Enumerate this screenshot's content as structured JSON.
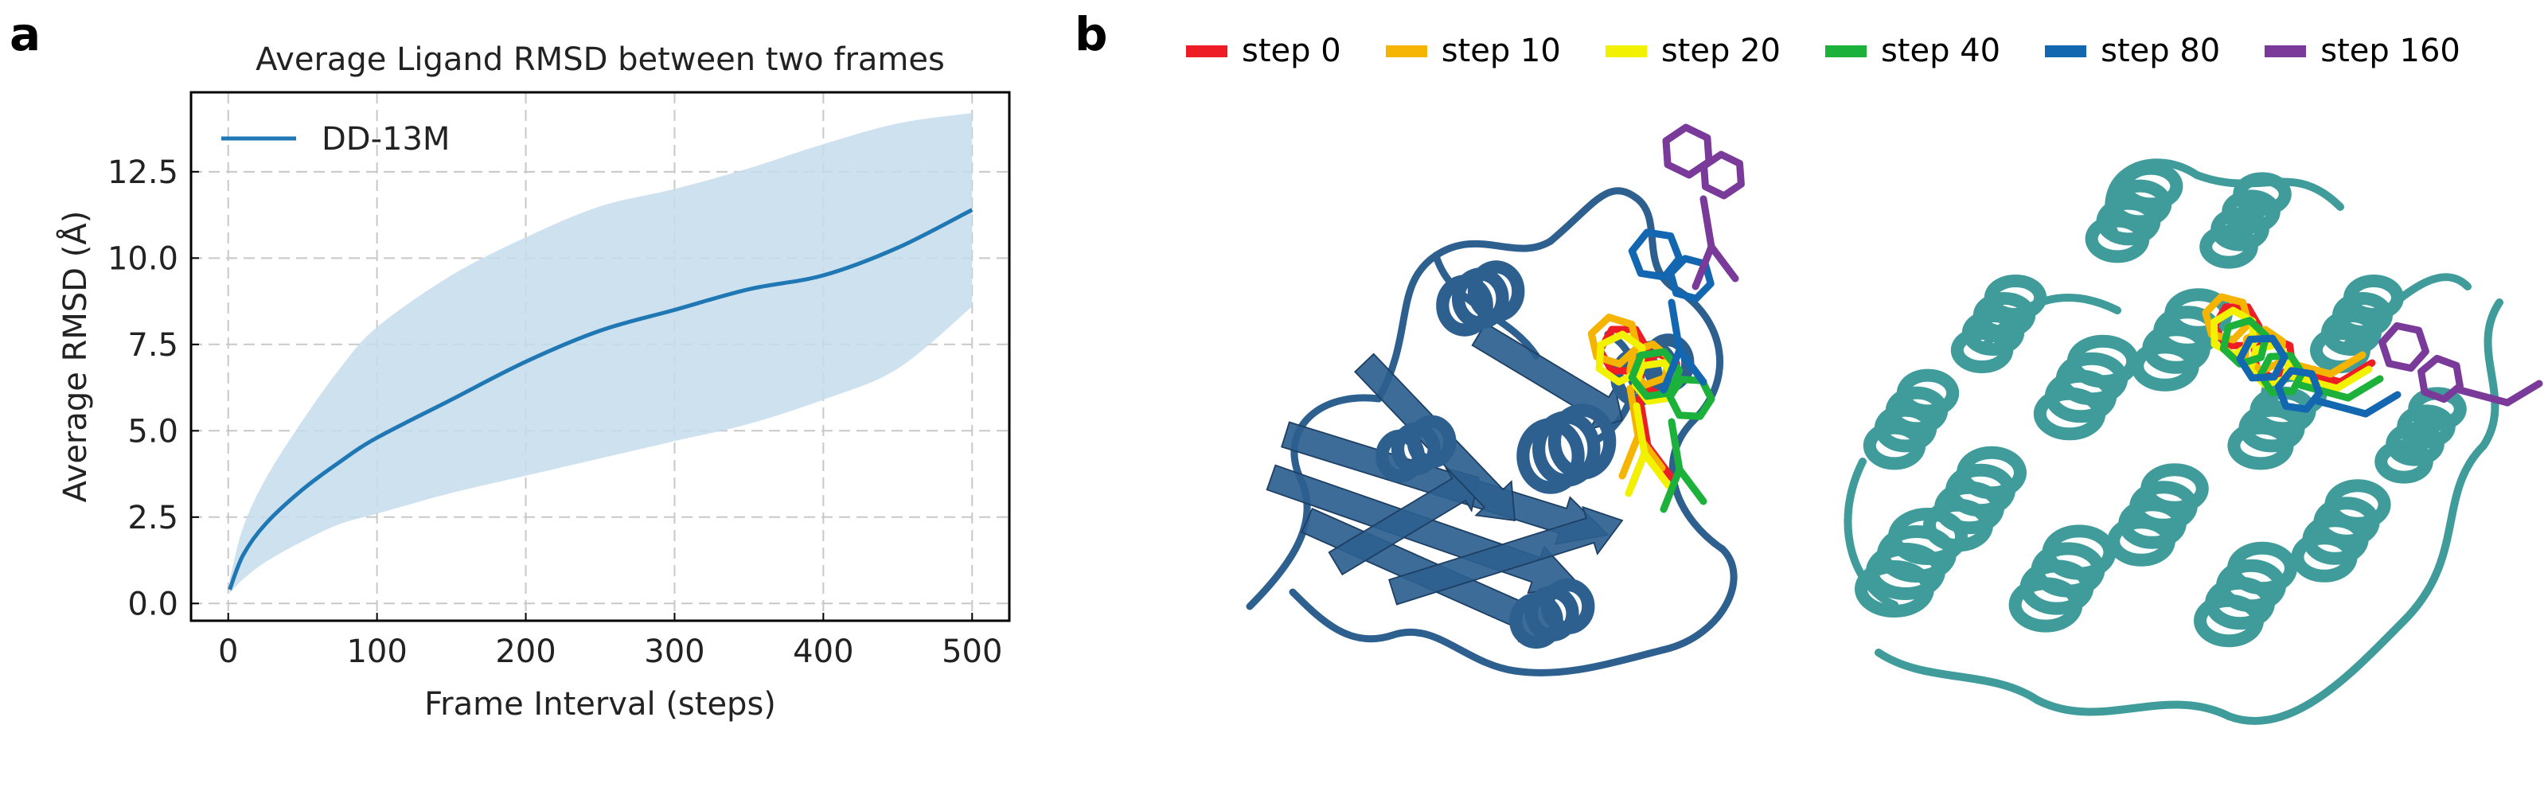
{
  "panel_labels": {
    "a": "a",
    "b": "b"
  },
  "chart_data": {
    "type": "line",
    "title": "Average Ligand RMSD between two frames",
    "xlabel": "Frame Interval (steps)",
    "ylabel": "Average RMSD (Å)",
    "xlim": [
      -25,
      525
    ],
    "ylim": [
      -0.5,
      14.8
    ],
    "xticks": [
      0,
      100,
      200,
      300,
      400,
      500
    ],
    "xtick_labels": [
      "0",
      "100",
      "200",
      "300",
      "400",
      "500"
    ],
    "yticks": [
      0.0,
      2.5,
      5.0,
      7.5,
      10.0,
      12.5
    ],
    "ytick_labels": [
      "0.0",
      "2.5",
      "5.0",
      "7.5",
      "10.0",
      "12.5"
    ],
    "grid": true,
    "legend_position": "top-left",
    "series": [
      {
        "name": "DD-13M",
        "color": "#1f77b4",
        "x": [
          1,
          10,
          25,
          50,
          75,
          100,
          150,
          200,
          250,
          300,
          350,
          400,
          450,
          500
        ],
        "y": [
          0.4,
          1.4,
          2.3,
          3.3,
          4.1,
          4.8,
          5.9,
          7.0,
          7.9,
          8.5,
          9.1,
          9.5,
          10.3,
          11.4
        ],
        "band_upper": [
          0.7,
          2.2,
          3.6,
          5.3,
          6.8,
          8.0,
          9.5,
          10.6,
          11.5,
          12.0,
          12.6,
          13.3,
          13.9,
          14.2
        ],
        "band_lower": [
          0.3,
          0.7,
          1.2,
          1.8,
          2.3,
          2.6,
          3.2,
          3.7,
          4.2,
          4.7,
          5.2,
          5.9,
          6.8,
          8.6
        ],
        "band_color": "#c6dcec"
      }
    ]
  },
  "panel_b": {
    "legend": [
      {
        "label": "step 0",
        "color": "#ee1c25"
      },
      {
        "label": "step 10",
        "color": "#f5b400"
      },
      {
        "label": "step 20",
        "color": "#f2f200"
      },
      {
        "label": "step 40",
        "color": "#1cb13a"
      },
      {
        "label": "step 80",
        "color": "#1366b0"
      },
      {
        "label": "step 160",
        "color": "#7a3a9a"
      }
    ],
    "protein_left_color": "#2d5f8f",
    "protein_right_color": "#3f9c9a"
  }
}
